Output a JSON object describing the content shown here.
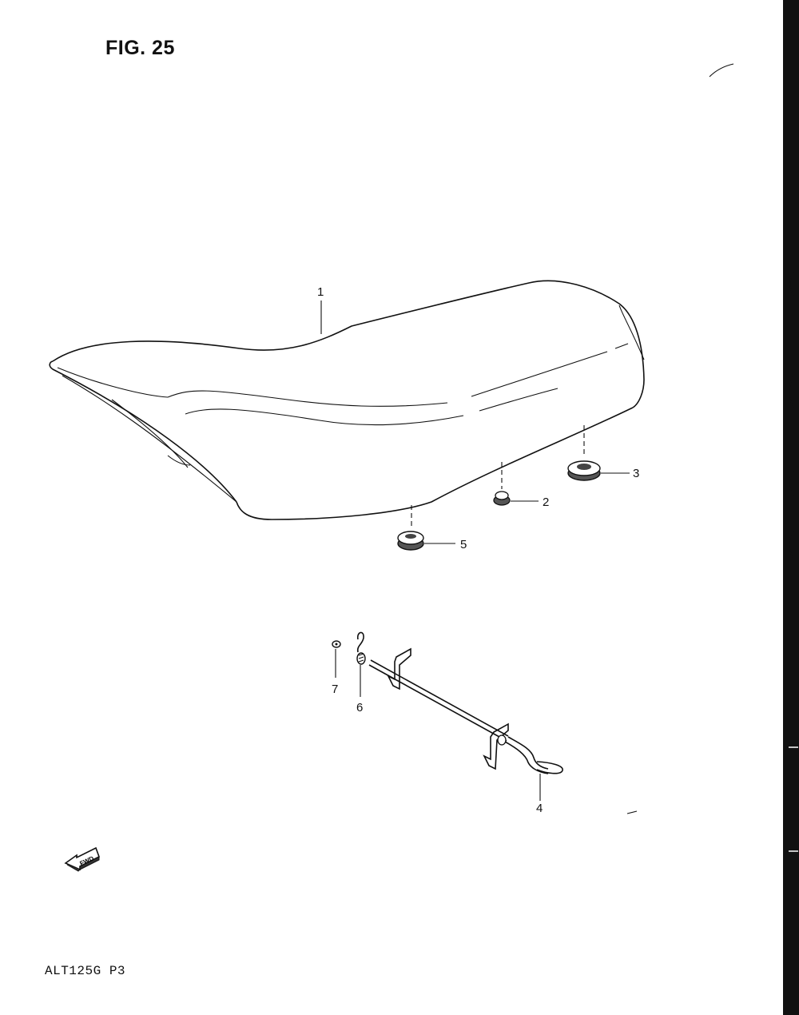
{
  "figure": {
    "title": "FIG. 25",
    "model_code": "ALT125G  P3",
    "fwd_label": "FWD"
  },
  "parts": [
    {
      "ref": "1",
      "label": "1"
    },
    {
      "ref": "2",
      "label": "2"
    },
    {
      "ref": "3",
      "label": "3"
    },
    {
      "ref": "4",
      "label": "4"
    },
    {
      "ref": "5",
      "label": "5"
    },
    {
      "ref": "6",
      "label": "6"
    },
    {
      "ref": "7",
      "label": "7"
    }
  ]
}
